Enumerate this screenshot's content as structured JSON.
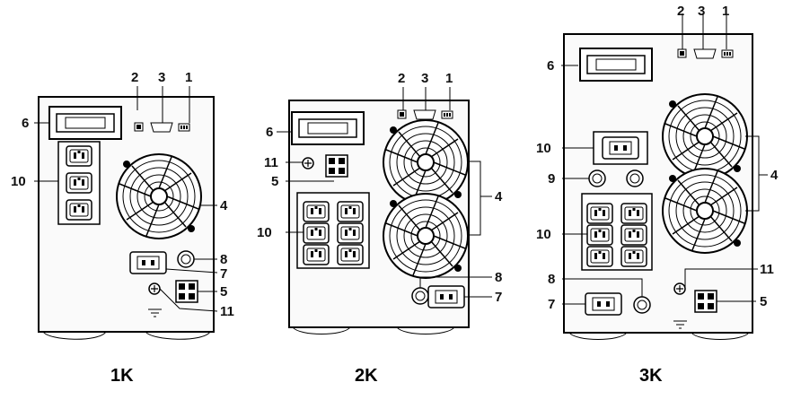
{
  "models": [
    "1K",
    "2K",
    "3K"
  ],
  "callouts": {
    "n1": "1",
    "n2": "2",
    "n3": "3",
    "n4": "4",
    "n5": "5",
    "n6": "6",
    "n7": "7",
    "n8": "8",
    "n9": "9",
    "n10": "10",
    "n11": "11"
  },
  "colors": {
    "line": "#000000",
    "panel": "#fafafa",
    "background": "#ffffff"
  }
}
